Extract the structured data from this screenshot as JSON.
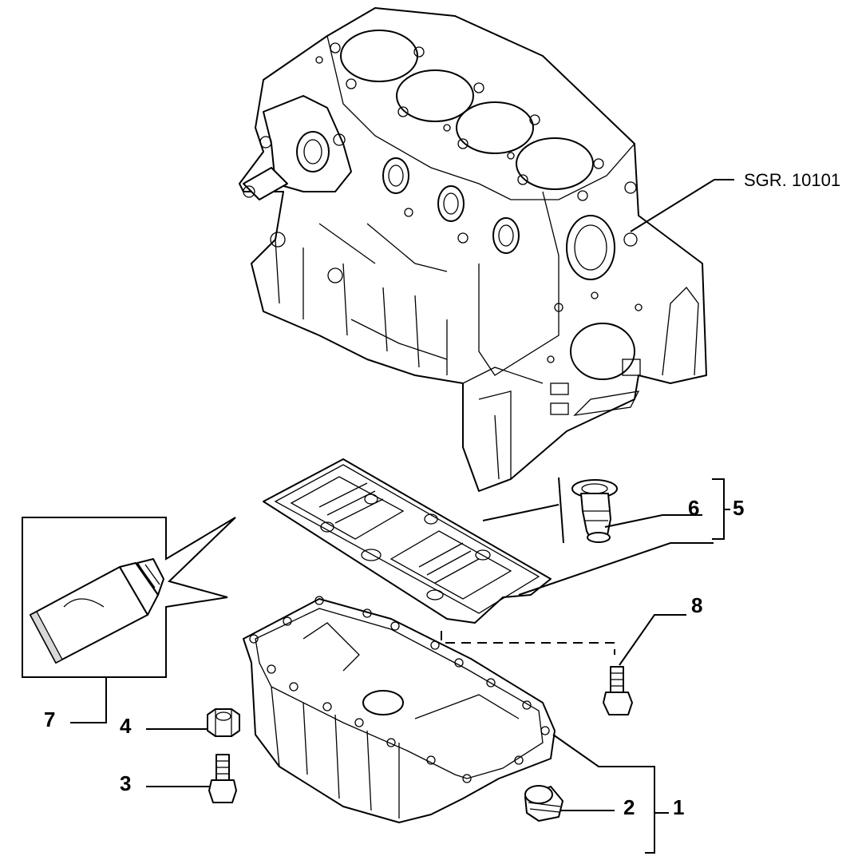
{
  "reference": "SGR. 10101",
  "callouts": {
    "c1": "1",
    "c2": "2",
    "c3": "3",
    "c4": "4",
    "c5": "5",
    "c6": "6",
    "c7": "7",
    "c8": "8"
  },
  "colors": {
    "ink": "#000000",
    "paper": "#ffffff"
  }
}
